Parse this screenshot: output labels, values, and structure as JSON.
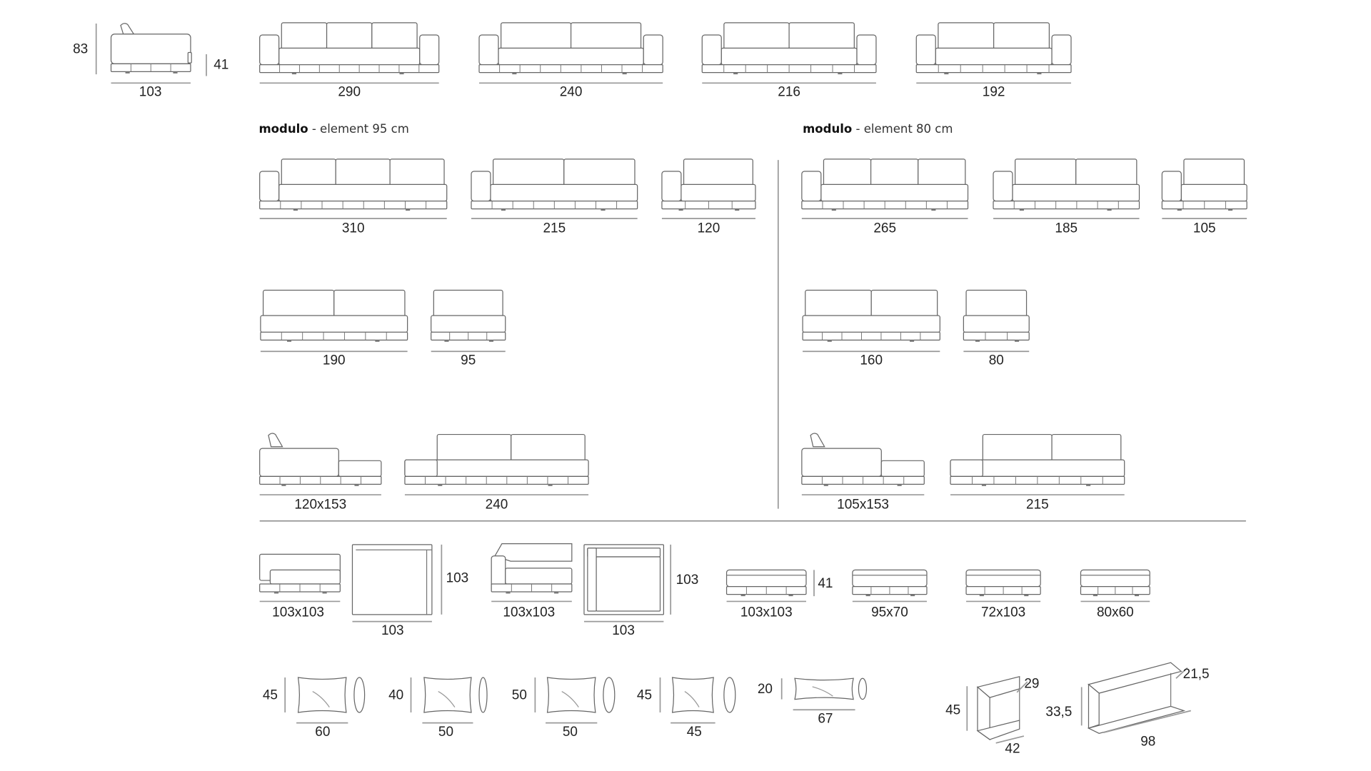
{
  "top_row": {
    "side_height": "83",
    "seat_height": "41",
    "depth": "103",
    "widths": [
      "290",
      "240",
      "216",
      "192"
    ]
  },
  "sections": [
    {
      "bold": "modulo",
      "rest": " - element 95 cm"
    },
    {
      "bold": "modulo",
      "rest": " - element 80 cm"
    }
  ],
  "modulo95": {
    "row1": [
      "310",
      "215",
      "120"
    ],
    "row2": [
      "190",
      "95"
    ],
    "row3": [
      "120x153",
      "240"
    ]
  },
  "modulo80": {
    "row1": [
      "265",
      "185",
      "105"
    ],
    "row2": [
      "160",
      "80"
    ],
    "row3": [
      "105x153",
      "215"
    ]
  },
  "elements": {
    "armless_seat": "103x103",
    "square_width": "103",
    "square_depth": "103",
    "corner_seat": "103x103",
    "corner_width": "103",
    "corner_depth": "103",
    "ottomans": [
      "103x103",
      "95x70",
      "72x103",
      "80x60"
    ],
    "ottoman_height": "41"
  },
  "cushions": [
    {
      "height": "45",
      "width": "60"
    },
    {
      "height": "40",
      "width": "50"
    },
    {
      "height": "50",
      "width": "50"
    },
    {
      "height": "45",
      "width": "45"
    },
    {
      "height": "20",
      "width": "67"
    }
  ],
  "tables": {
    "small": {
      "height": "45",
      "depth": "29",
      "width": "42"
    },
    "large": {
      "height": "33,5",
      "depth": "21,5",
      "width": "98"
    }
  }
}
